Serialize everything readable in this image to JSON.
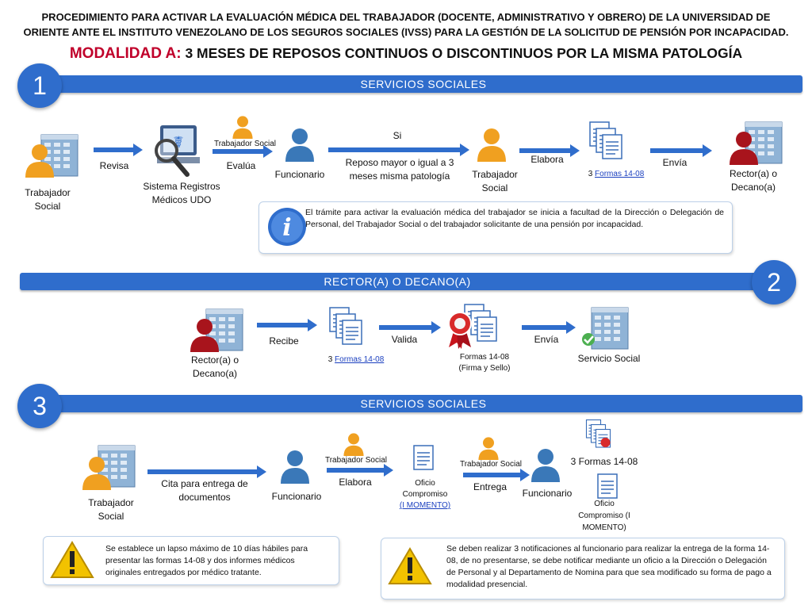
{
  "header": {
    "title_line1": "PROCEDIMIENTO PARA ACTIVAR LA EVALUACIÓN MÉDICA DEL TRABAJADOR (DOCENTE, ADMINISTRATIVO Y OBRERO) DE LA UNIVERSIDAD DE",
    "title_line2": "ORIENTE ANTE EL INSTITUTO VENEZOLANO DE LOS SEGUROS SOCIALES (IVSS) PARA LA GESTIÓN DE LA SOLICITUD DE PENSIÓN POR INCAPACIDAD.",
    "modalidad": "MODALIDAD A:",
    "modalidad_desc": "3 MESES DE REPOSOS CONTINUOS O DISCONTINUOS  POR LA MISMA PATOLOGÍA"
  },
  "section1": {
    "number": "1",
    "band": "SERVICIOS SOCIALES",
    "actor_ts": "Trabajador Social",
    "revisa": "Revisa",
    "sistema": "Sistema Registros Médicos UDO",
    "ts_small": "Trabajador Social",
    "evalua": "Evalúa",
    "funcionario": "Funcionario",
    "si": "Si",
    "reposo": "Reposo mayor o igual a 3 meses misma patología",
    "ts2": "Trabajador Social",
    "elabora": "Elabora",
    "formas_count": "3",
    "formas_link": "Formas 14-08",
    "envia": "Envía",
    "rector": "Rector(a) o Decano(a)",
    "note": "El trámite para activar la evaluación médica del trabajador se inicia a facultad de la Dirección o Delegación de Personal,  del Trabajador Social o del trabajador solicitante de una pensión por incapacidad."
  },
  "section2": {
    "number": "2",
    "band": "RECTOR(A) O DECANO(A)",
    "rector": "Rector(a) o Decano(a)",
    "recibe": "Recibe",
    "formas_count": "3",
    "formas_link": "Formas 14-08",
    "valida": "Valida",
    "formas_firma": "Formas 14-08 (Firma y Sello)",
    "envia": "Envía",
    "servicio": "Servicio Social"
  },
  "section3": {
    "number": "3",
    "band": "SERVICIOS SOCIALES",
    "ts": "Trabajador Social",
    "cita": "Cita para entrega de documentos",
    "funcionario": "Funcionario",
    "ts_small1": "Trabajador Social",
    "elabora": "Elabora",
    "oficio": "Oficio Compromiso",
    "oficio_link": "(I MOMENTO)",
    "ts_small2": "Trabajador Social",
    "entrega": "Entrega",
    "funcionario2": "Funcionario",
    "formas": "3 Formas 14-08",
    "oficio2": "Oficio Compromiso (I MOMENTO)",
    "note1": "Se establece un lapso máximo de 10 días hábiles para presentar las formas 14-08 y dos informes médicos originales entregados por médico tratante.",
    "note2": "Se deben realizar 3 notificaciones al funcionario para realizar la entrega de la forma 14-08, de no presentarse, se debe notificar mediante un oficio a  la Dirección o Delegación de Personal y al Departamento de Nomina para que sea modificado su forma de pago a modalidad presencial."
  },
  "icons": [
    "building-person-icon",
    "magnifier-icon",
    "person-icon",
    "documents-icon",
    "certificate-icon",
    "building-check-icon",
    "info-icon",
    "warning-icon"
  ],
  "colors": {
    "accent": "#2f6dcc",
    "title_red": "#c0002a",
    "person_orange": "#f0a020",
    "person_blue": "#3a78b8",
    "person_red": "#a8141c"
  }
}
